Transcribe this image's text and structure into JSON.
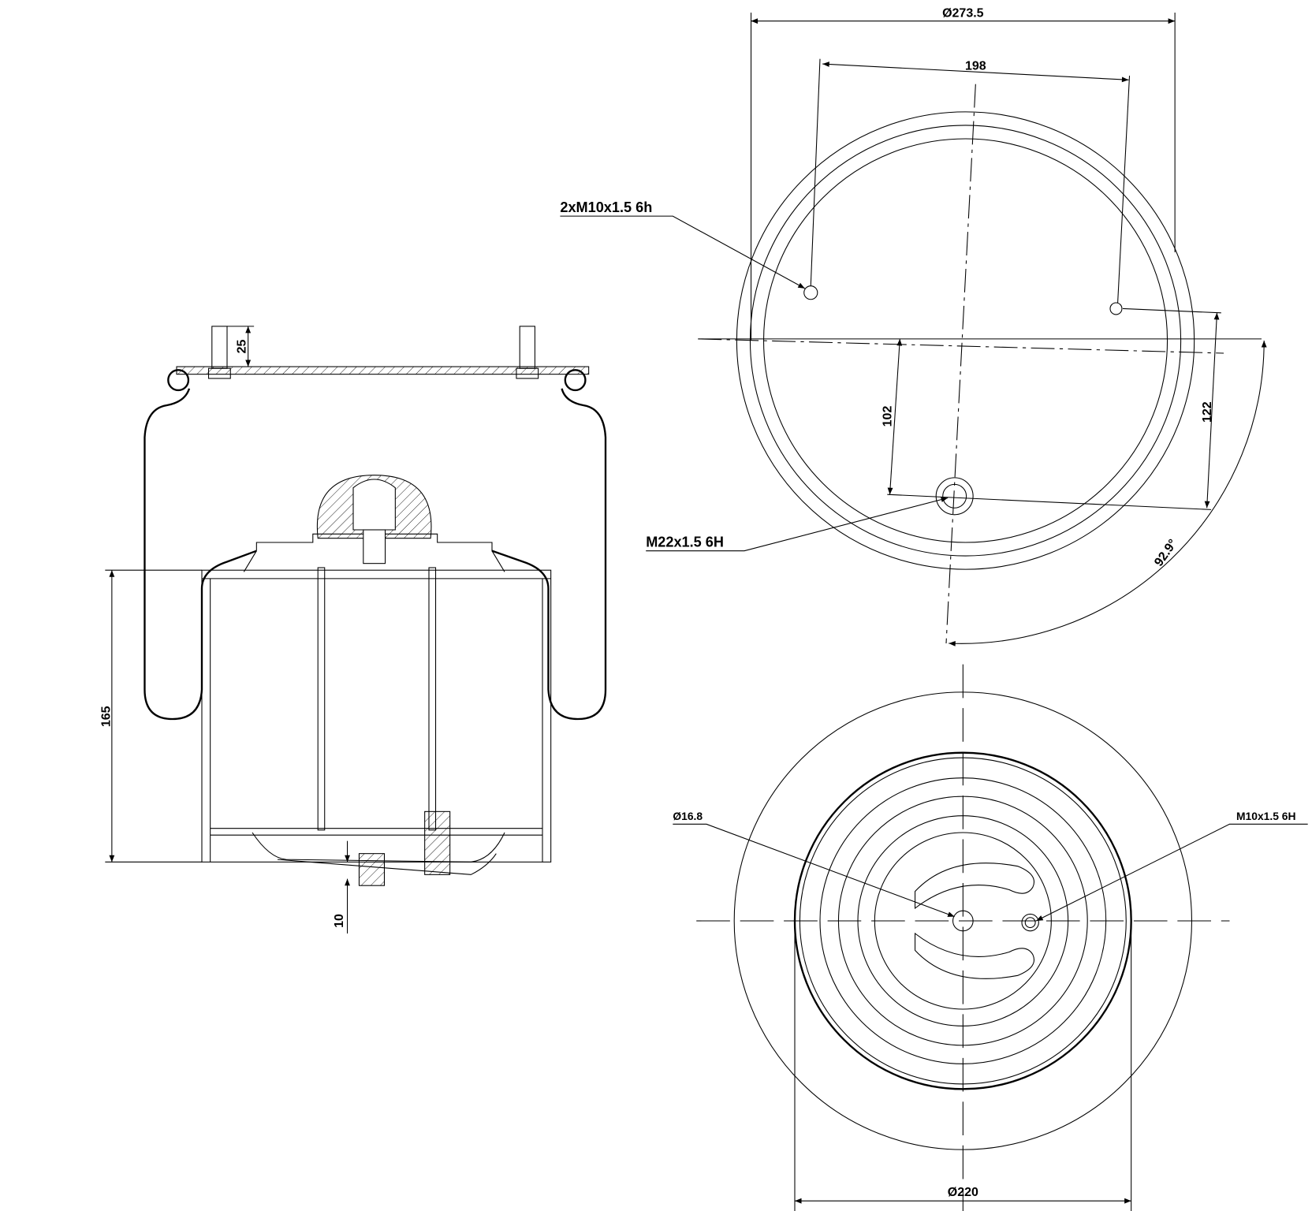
{
  "drawing": {
    "title_hidden": false,
    "dimensions": {
      "outer_diameter": "Ø273.5",
      "bolt_spacing": "198",
      "stud_height": "25",
      "offset_102": "102",
      "offset_122": "122",
      "angle": "92.9°",
      "height_165": "165",
      "offset_10": "10",
      "piston_diameter": "Ø220",
      "center_hole": "Ø16.8"
    },
    "callouts": {
      "top_studs": "2xM10x1.5 6h",
      "air_inlet": "M22x1.5 6H",
      "bottom_thread": "M10x1.5 6H"
    },
    "colors": {
      "line": "#000000",
      "background": "#ffffff"
    }
  }
}
